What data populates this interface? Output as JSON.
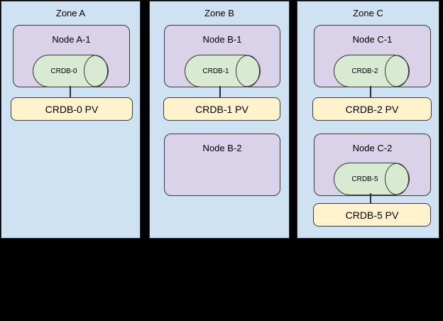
{
  "diagram": {
    "background_color": "#000000",
    "colors": {
      "zone_fill": "#CFE2F3",
      "node_fill": "#D9D2E9",
      "database_fill": "#D9EAD3",
      "pv_fill": "#FFF2CC",
      "stroke": "#333333",
      "text": "#000000"
    }
  },
  "zones": [
    {
      "label": "Zone A",
      "nodes": [
        {
          "label": "Node A-1",
          "db": "CRDB-0",
          "pv": "CRDB-0 PV"
        }
      ]
    },
    {
      "label": "Zone B",
      "nodes": [
        {
          "label": "Node B-1",
          "db": "CRDB-1",
          "pv": "CRDB-1 PV"
        },
        {
          "label": "Node B-2"
        }
      ]
    },
    {
      "label": "Zone C",
      "nodes": [
        {
          "label": "Node C-1",
          "db": "CRDB-2",
          "pv": "CRDB-2 PV"
        },
        {
          "label": "Node C-2",
          "db": "CRDB-5",
          "pv": "CRDB-5 PV"
        }
      ]
    }
  ]
}
